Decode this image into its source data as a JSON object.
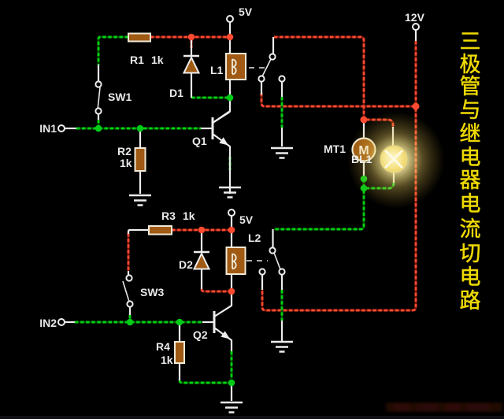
{
  "title": {
    "text": "三极管与继电器电流切电路",
    "chars": [
      "三",
      "极",
      "管",
      "与",
      "继",
      "电",
      "器",
      "电",
      "流",
      "切",
      "电",
      "路"
    ],
    "color": "#eed900"
  },
  "power": {
    "v5_top": "5V",
    "v5_bottom": "5V",
    "v12": "12V"
  },
  "inputs": {
    "in1": "IN1",
    "in2": "IN2"
  },
  "components": {
    "r1": "R1",
    "r1_val": "1k",
    "r2": "R2",
    "r2_val": "1k",
    "r3": "R3",
    "r3_val": "1k",
    "r4": "R4",
    "r4_val": "1k",
    "d1": "D1",
    "d2": "D2",
    "l1": "L1",
    "l2": "L2",
    "q1": "Q1",
    "q2": "Q2",
    "sw1": "SW1",
    "sw3": "SW3",
    "mt1": "MT1",
    "bl1": "BL1",
    "motor_letter": "M"
  },
  "colors": {
    "wire_ground_bright": "#00d411",
    "wire_ground_dark": "#014d01",
    "wire_positive_bright": "#ff4a30",
    "wire_positive_dark": "#7a150c",
    "wire_neutral": "#ededed",
    "component_fill": "#a05a14",
    "label": "#e9e9e9",
    "bl1_label": "#7a3020"
  }
}
